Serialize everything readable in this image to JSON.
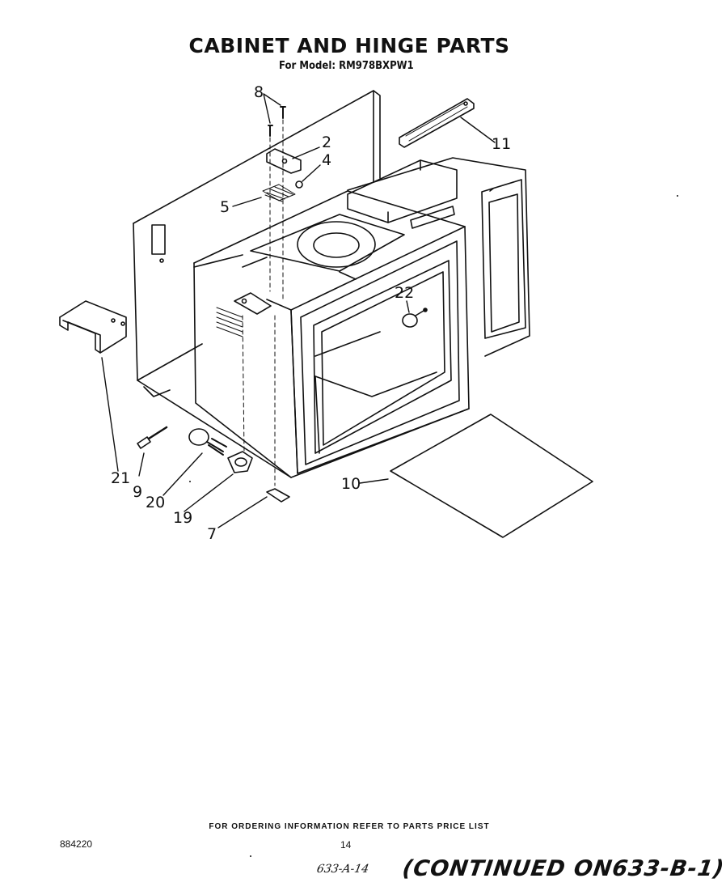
{
  "header": {
    "title": "CABINET AND HINGE PARTS",
    "model_line": "For Model: RM978BXPW1"
  },
  "callouts": {
    "c8": "8",
    "c2": "2",
    "c4": "4",
    "c5": "5",
    "c11": "11",
    "c22": "22",
    "c21": "21",
    "c9": "9",
    "c20": "20",
    "c19": "19",
    "c7": "7",
    "c10": "10"
  },
  "footer": {
    "ordering_note": "FOR ORDERING INFORMATION REFER TO PARTS PRICE LIST",
    "document_number": "884220",
    "page_number": "14",
    "handwritten_ref": "633-A-14",
    "continued": "(CONTINUED ON633-B-1)"
  }
}
